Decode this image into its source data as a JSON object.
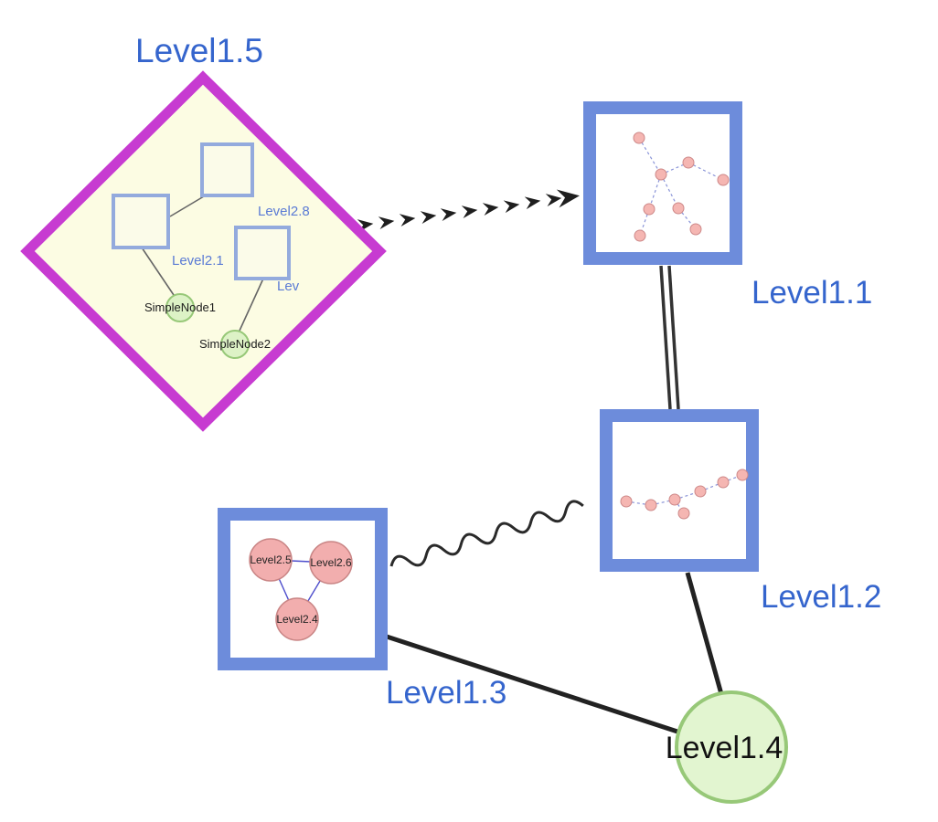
{
  "colors": {
    "label_blue": "#3565cd",
    "diamond_border": "#c73bd1",
    "diamond_fill": "#fcfce3",
    "group_border": "#6d8cdb",
    "group_fill": "#ffffff",
    "inner_square_border": "#93aadd",
    "green_fill": "#ddf2c6",
    "green_border": "#97c878",
    "pink_fill": "#f2aeae",
    "pink_border": "#cd8888",
    "edge_black": "#222222"
  },
  "diagram": {
    "nodes": {
      "level15": {
        "label": "Level1.5",
        "shape": "diamond",
        "children": {
          "square_top": {
            "label": "Level2.8",
            "shape": "square"
          },
          "square_left": {
            "label": "Level2.1",
            "shape": "square"
          },
          "square_right": {
            "label": "Lev",
            "shape": "square"
          },
          "simple1": {
            "label": "SimpleNode1",
            "shape": "circle"
          },
          "simple2": {
            "label": "SimpleNode2",
            "shape": "circle"
          }
        }
      },
      "level11": {
        "label": "Level1.1",
        "shape": "square"
      },
      "level12": {
        "label": "Level1.2",
        "shape": "square"
      },
      "level13": {
        "label": "Level1.3",
        "shape": "square",
        "children": {
          "c25": {
            "label": "Level2.5",
            "shape": "circle"
          },
          "c26": {
            "label": "Level2.6",
            "shape": "circle"
          },
          "c24": {
            "label": "Level2.4",
            "shape": "circle"
          }
        }
      },
      "level14": {
        "label": "Level1.4",
        "shape": "circle"
      }
    },
    "edges": [
      {
        "from": "Level1.5",
        "to": "Level1.1",
        "style": "dashed-chevron-arrow"
      },
      {
        "from": "Level1.1",
        "to": "Level1.2",
        "style": "double-line"
      },
      {
        "from": "Level1.3",
        "to": "Level1.2",
        "style": "wavy"
      },
      {
        "from": "Level1.3",
        "to": "Level1.4",
        "style": "solid"
      },
      {
        "from": "Level1.2",
        "to": "Level1.4",
        "style": "solid"
      }
    ]
  }
}
